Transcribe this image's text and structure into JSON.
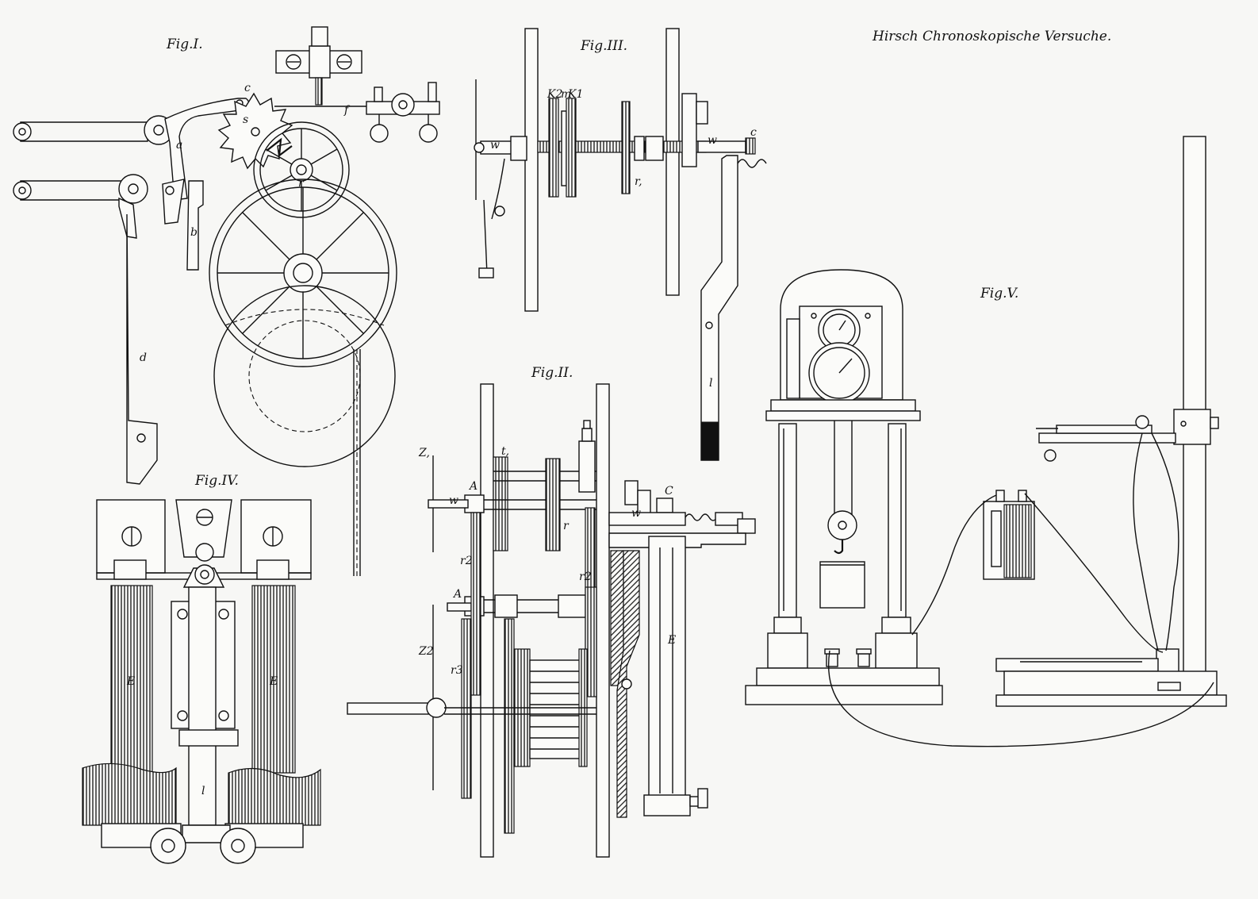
{
  "plate_title": "Hirsch Chronoskopische Versuche.",
  "figures": {
    "fig1": {
      "title": "Fig.I.",
      "labels": {
        "a": "a",
        "b": "b",
        "c": "c",
        "d": "d",
        "f": "f",
        "r": "r",
        "s": "s"
      }
    },
    "fig2": {
      "title": "Fig.II.",
      "labels": {
        "Z1": "Z,",
        "Z2": "Z2",
        "t1": "t,",
        "A_top": "A",
        "A_mid": "A",
        "w_left": "w",
        "w_right": "w",
        "r": "r",
        "r2_left": "r2",
        "r2_right": "r2",
        "r3": "r3",
        "C": "C",
        "E": "E"
      }
    },
    "fig3": {
      "title": "Fig.III.",
      "labels": {
        "K2": "K2",
        "m": "m",
        "K1": "K1",
        "w_left": "w",
        "w_right": "w",
        "r": "r,",
        "c": "c",
        "l": "l"
      }
    },
    "fig4": {
      "title": "Fig.IV.",
      "labels": {
        "E_left": "E",
        "E_right": "E",
        "l": "l"
      }
    },
    "fig5": {
      "title": "Fig.V."
    }
  },
  "icon_names": [
    "escapement-wheel-icon",
    "spoked-wheel-icon",
    "electromagnet-coil-icon",
    "clock-dial-icon",
    "weight-icon",
    "binding-post-icon",
    "battery-cell-icon",
    "spring-icon"
  ]
}
